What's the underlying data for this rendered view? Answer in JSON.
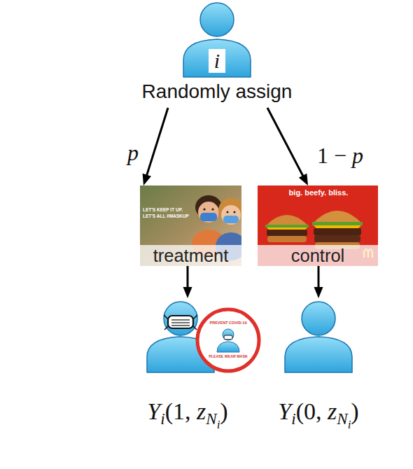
{
  "diagram": {
    "nodes": [
      {
        "text": [
          "i",
          "Randomly assign"
        ]
      },
      {
        "text": [
          "treatment"
        ]
      },
      {
        "text": [
          "control"
        ]
      },
      {
        "text": [
          "Yi(1, zNi)"
        ]
      },
      {
        "text": [
          "Yi(0, zNi)"
        ]
      }
    ],
    "edges": [
      {
        "from": 0,
        "to": 1,
        "arrow": "to",
        "label": "p"
      },
      {
        "from": 0,
        "to": 2,
        "arrow": "to",
        "label": "1 − p"
      },
      {
        "from": 1,
        "to": 3,
        "arrow": "to"
      },
      {
        "from": 2,
        "to": 4,
        "arrow": "to"
      }
    ],
    "labels": [
      "LET'S KEEP IT UP.",
      "LET'S ALL #MASKUP",
      "big. beefy. bliss.",
      "PREVENT COVID-19",
      "PLEASE WEAR MASK"
    ]
  }
}
